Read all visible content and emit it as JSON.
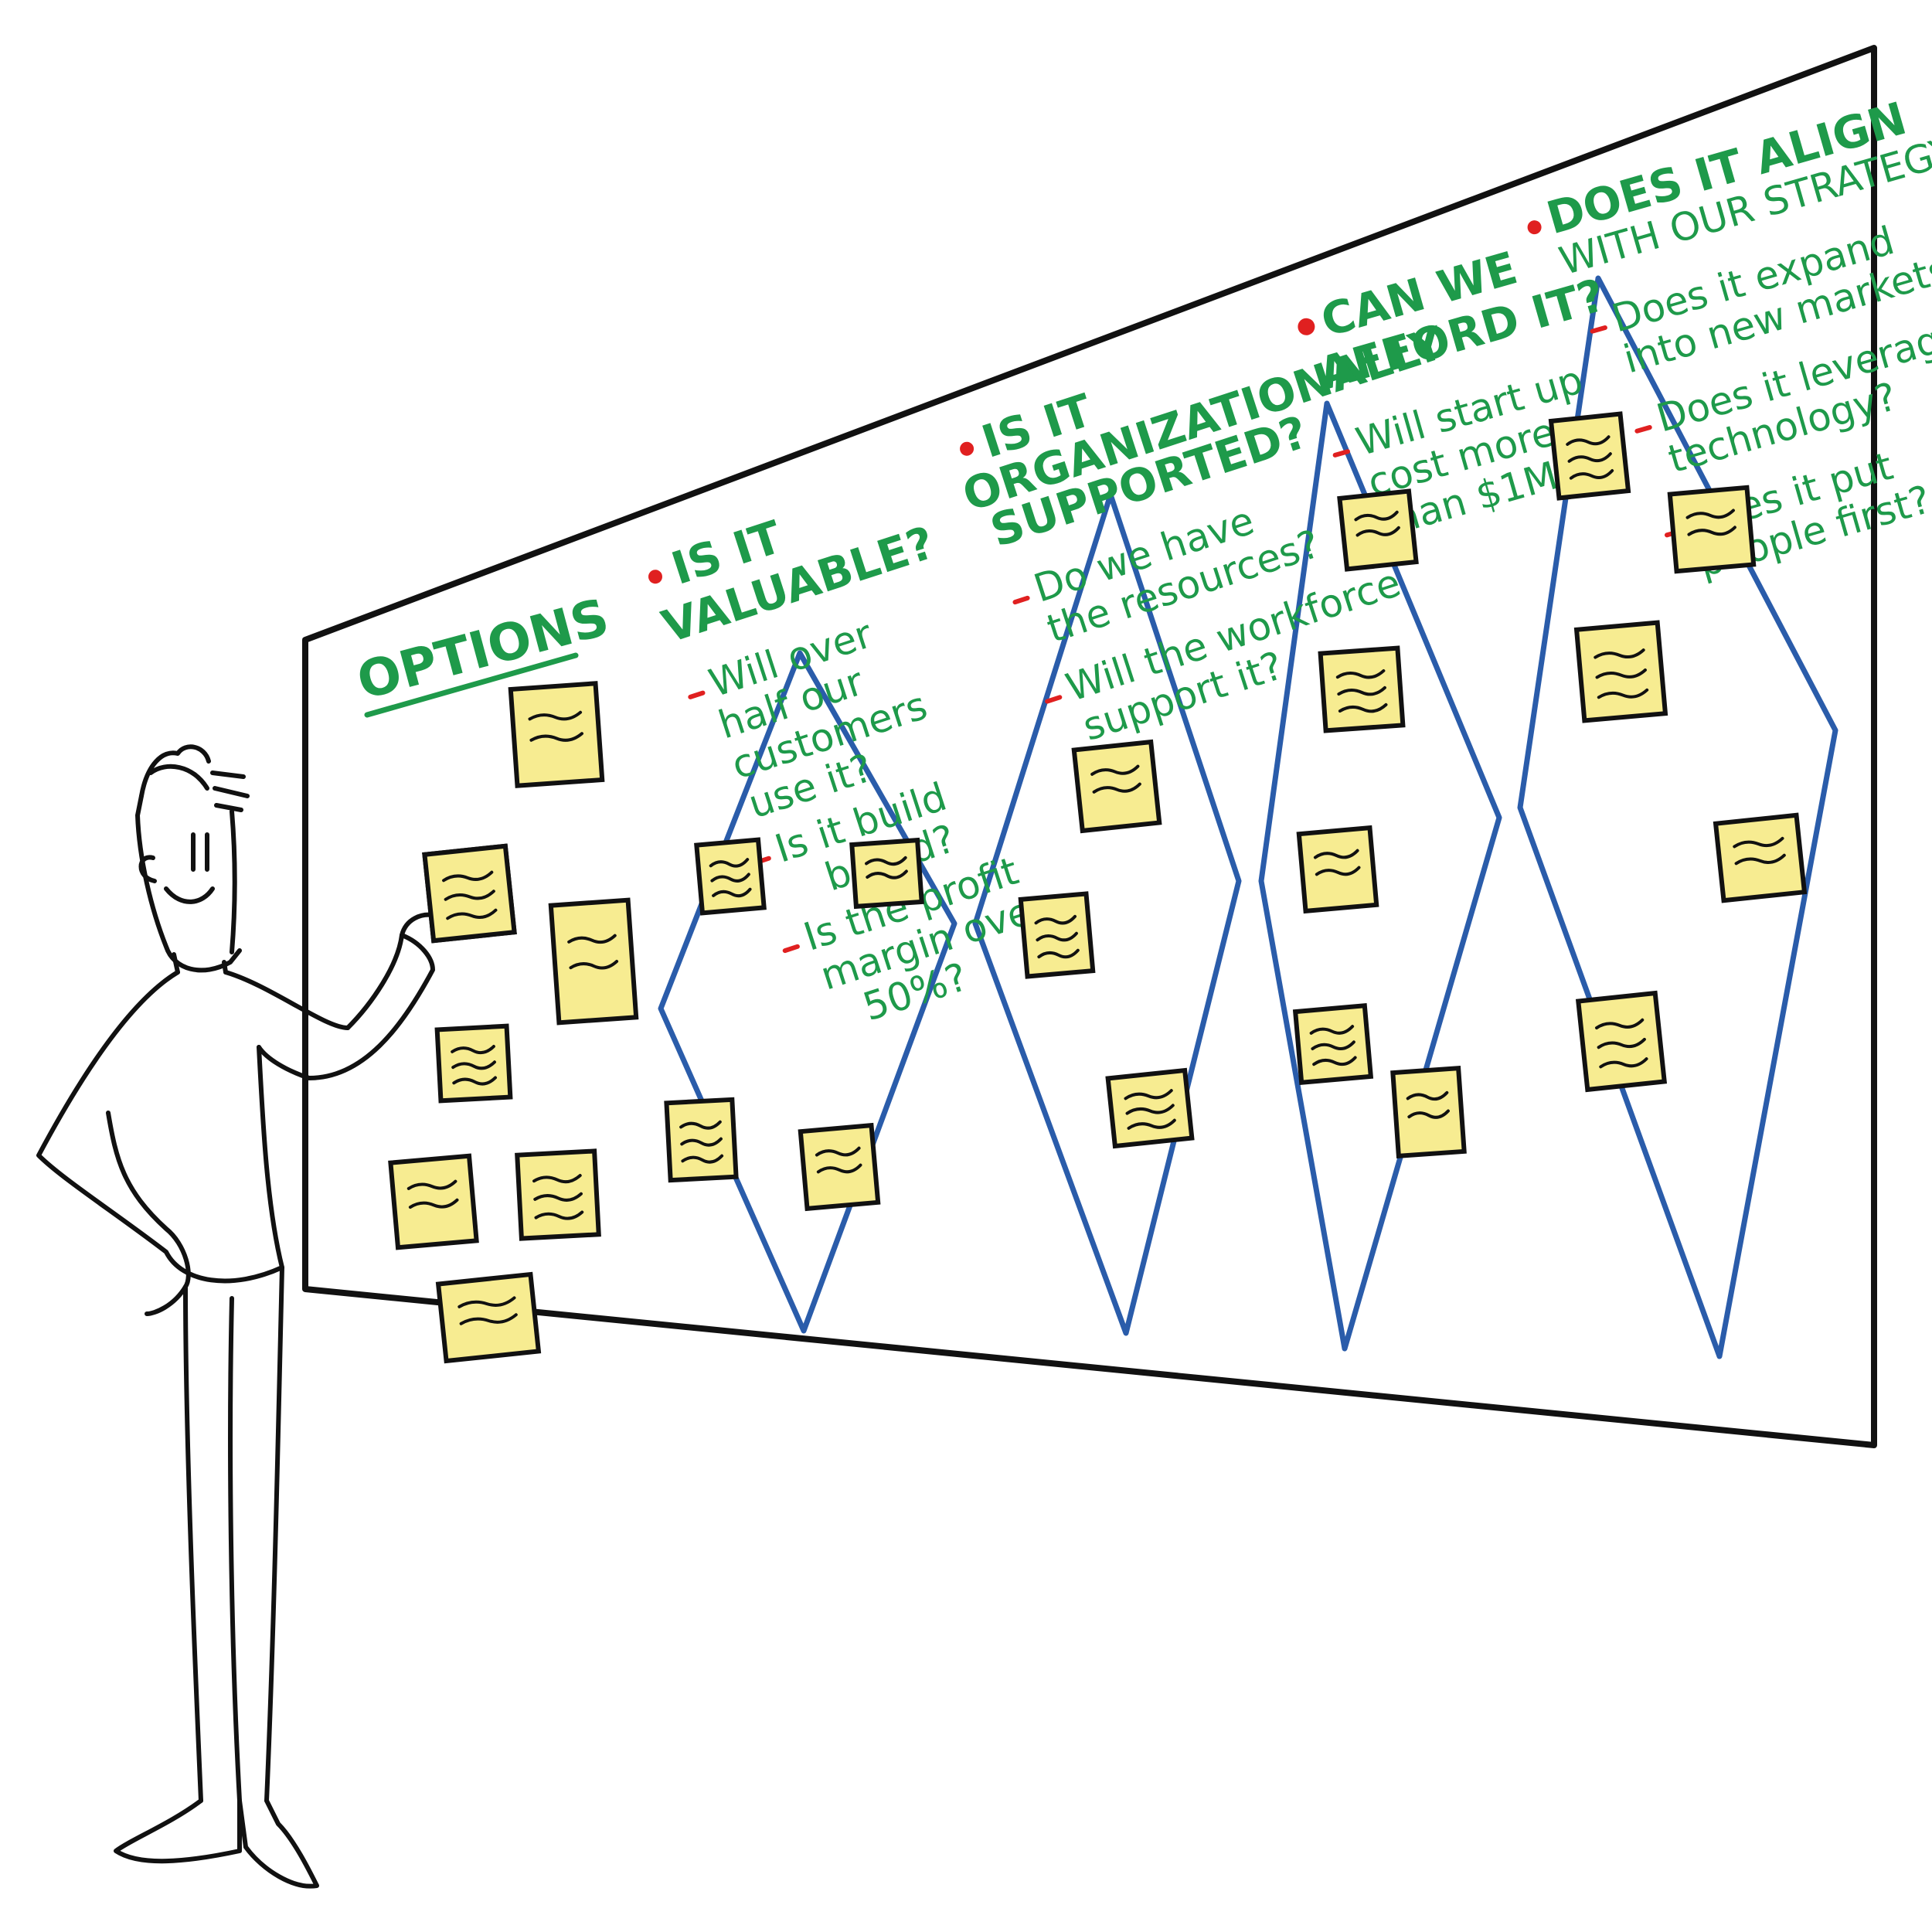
{
  "board": {
    "options_title": "OPTIONS",
    "criteria": [
      {
        "heading_lines": [
          "IS IT",
          "VALUABLE?"
        ],
        "questions": [
          [
            "Will over",
            "half our",
            "customers",
            "use it?"
          ],
          [
            "Is it build",
            "brand?"
          ],
          [
            "Is the profit",
            "margin over",
            "50%?"
          ]
        ]
      },
      {
        "heading_lines": [
          "IS IT",
          "ORGANIZATIONALLY",
          "SUPPORTED?"
        ],
        "questions": [
          [
            "Do we have",
            "the resources?"
          ],
          [
            "Will the workforce",
            "support it?"
          ]
        ]
      },
      {
        "heading_lines": [
          "CAN WE",
          "AFFORD IT?"
        ],
        "questions": [
          [
            "Will start up",
            "cost more",
            "than $1M?"
          ]
        ]
      },
      {
        "heading_lines": [
          "DOES IT ALIGN",
          "WITH OUR STRATEGY?"
        ],
        "questions": [
          [
            "Does it expand",
            "into new markets?"
          ],
          [
            "Does it leverage",
            "technology?"
          ],
          [
            "Does it put",
            "people first?"
          ]
        ]
      }
    ]
  },
  "colors": {
    "text": "#1e9a4a",
    "bullet": "#e02020",
    "diamond": "#2a5caa",
    "sticky_note": "#f7ec91",
    "ink": "#111111"
  }
}
